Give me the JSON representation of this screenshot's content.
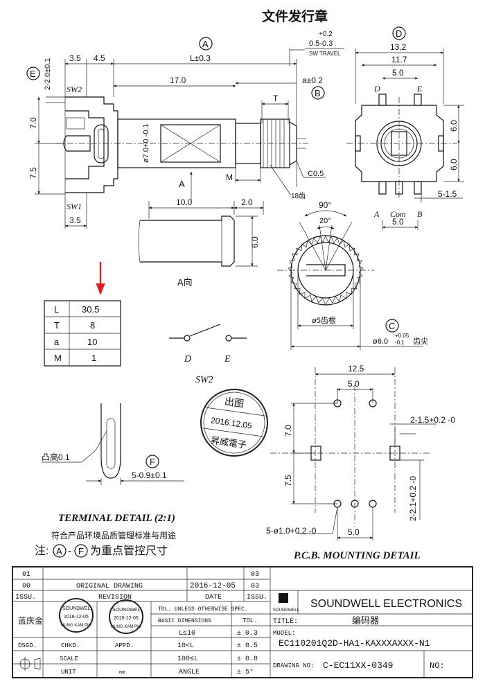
{
  "header": {
    "title": "文件发行章"
  },
  "front_view": {
    "label_A": "A",
    "dim_L": "L±0.3",
    "dim_3_5": "3.5",
    "dim_4_5": "4.5",
    "dim_17": "17.0",
    "dim_E_side": "2-2.0±0.1",
    "dim_7": "7.0",
    "dim_7_5": "7.5",
    "dim_shaft": "ø7.0+0 -0.1",
    "sw2": "SW2",
    "sw1": "SW1",
    "dim_3_5_bottom": "3.5",
    "travel_tol_top": "+0.2",
    "travel_tol": "0.5-0.3",
    "sw_travel": "SW TRAVEL",
    "dim_a": "a±0.2",
    "dim_T": "T",
    "label_M": "M",
    "chamfer": "C0.5",
    "teeth": "18齿",
    "arrow_A": "A",
    "circle_E": "E",
    "circle_B": "B",
    "circle_C": "C",
    "circle_D": "D",
    "circle_F": "F"
  },
  "side_view": {
    "dim_13_2": "13.2",
    "dim_11_7": "11.7",
    "dim_5_top": "5.0",
    "pin_D": "D",
    "pin_E": "E",
    "dim_6_top": "6.0",
    "dim_6_bottom": "6.0",
    "dim_5_1_5": "5-1.5",
    "pin_A": "A",
    "pin_com": "Com",
    "pin_B": "B",
    "dim_5_bottom": "5.0"
  },
  "shaft_detail": {
    "dim_10": "10.0",
    "dim_2": "2.0",
    "dim_6": "6.0",
    "view_label": "A向",
    "angle_90": "90°",
    "angle_20": "20°",
    "dim_root": "ø5齿根",
    "dim_tip_base": "ø6.0",
    "dim_tip_tol_top": "+0.05",
    "dim_tip_tol_bottom": "-0.1",
    "dim_tip_suffix": "齿尖"
  },
  "param_table": {
    "rows": [
      {
        "key": "L",
        "value": "30.5"
      },
      {
        "key": "T",
        "value": "8"
      },
      {
        "key": "a",
        "value": "10"
      },
      {
        "key": "M",
        "value": "1"
      }
    ]
  },
  "switch": {
    "label_D": "D",
    "label_E": "E",
    "name": "SW2"
  },
  "stamp_round": {
    "top": "出图",
    "date": "2016.12.05",
    "bottom": "昇威電子"
  },
  "terminal_detail": {
    "bump": "凸高0.1",
    "dim": "5-0.9±0.1",
    "title": "TERMINAL DETAIL (2:1)",
    "compliance": "符合产品环境品质管理标准与用途",
    "note_prefix": "注:",
    "note_sep": "-",
    "note_suffix": "为重点管控尺寸"
  },
  "pcb_detail": {
    "dim_12_5": "12.5",
    "dim_5_top": "5.0",
    "dim_2_1_5": "2-1.5+0.2 -0",
    "dim_7": "7.0",
    "dim_7_5": "7.5",
    "dim_2_2_1": "2-2.1+0.2 -0",
    "dim_holes": "5-ø1.0+0.2 -0",
    "dim_5_bottom": "5.0",
    "title": "P.C.B. MOUNTING DETAIL"
  },
  "title_block": {
    "row01_num": "01",
    "row03_num": "03",
    "row00_num": "00",
    "original_drawing": "ORIGINAL  DRAWING",
    "orig_date": "2016-12-05",
    "issu": "ISSU.",
    "revision": "REVISION",
    "date_label": "DATE",
    "issu2": "ISSU.",
    "company_logo": "SOUNDWELL",
    "company": "SOUNDWELL ELECTRONICS",
    "designer": "蓝庆金",
    "tol_header": "TOL. UNLESS OTHERWISE SPEC.",
    "basic_dims": "BASIC DIMENSIONS",
    "tol_label": "TOL.",
    "tol_rows": [
      {
        "range": "L≤10",
        "tol": "± 0.3"
      },
      {
        "range": "10<L",
        "tol": "± 0.5"
      },
      {
        "range": "100≤L",
        "tol": "± 0.8"
      },
      {
        "range": "ANGLE",
        "tol": "± 5°"
      }
    ],
    "title_label": "TITLE:",
    "title_value": "编码器",
    "model_label": "MODEL:",
    "model_value": "EC110201Q2D-HA1-KAXXXAXXX-N1",
    "dsgd": "DSGD.",
    "chkd": "CHKD.",
    "appd": "APPD.",
    "scale": "SCALE",
    "unit": "UNIT",
    "unit_value": "mm",
    "drawing_no_label": "DRAWING NO:",
    "drawing_no": "C-EC11XX-0349",
    "no_label": "NO:",
    "mini_stamp_name": "SOUNDWELL",
    "mini_stamp_date": "2016-12-05",
    "mini_stamp_person": "HUNG KAM PIU",
    "accent_marker": "#e02020"
  }
}
